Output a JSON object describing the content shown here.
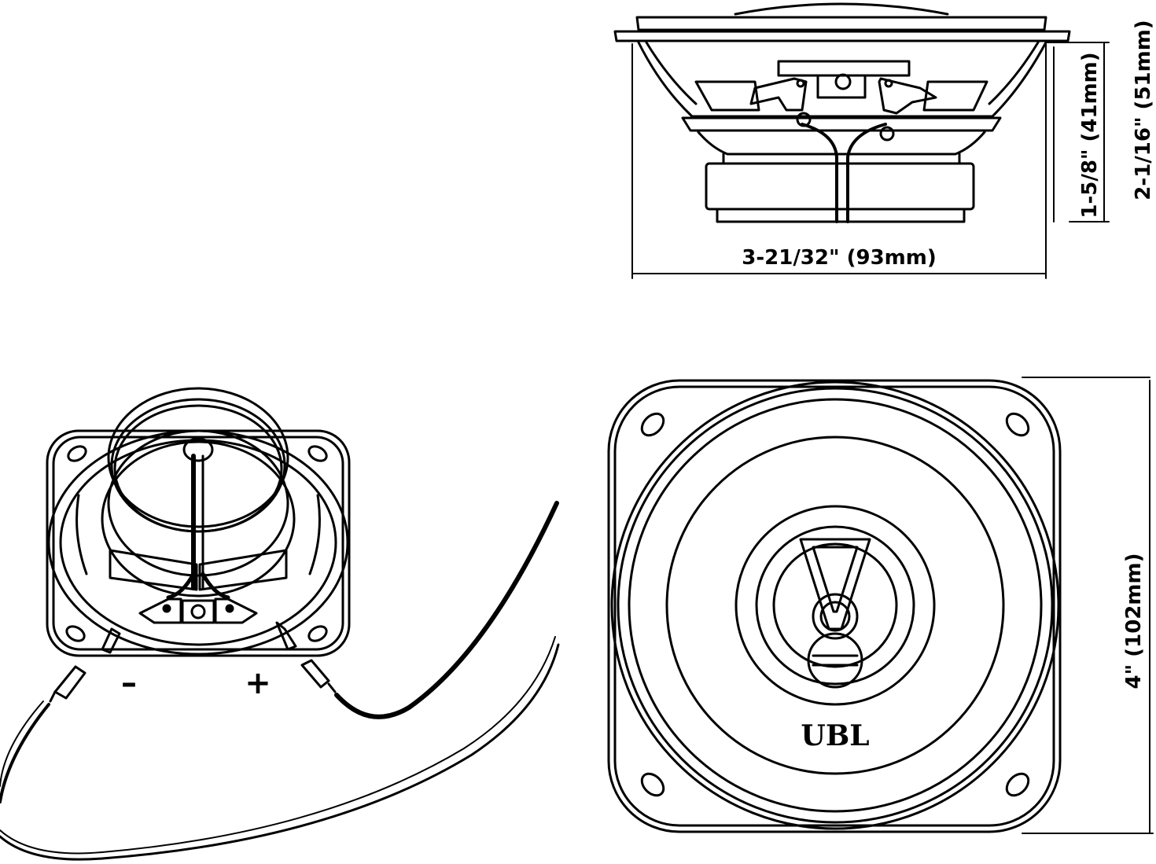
{
  "dimensions": {
    "depth_magnet": "1-5/8\" (41mm)",
    "depth_total": "2-1/16\" (51mm)",
    "width": "3-21/32\" (93mm)",
    "height": "4\" (102mm)"
  },
  "polarity": {
    "negative": "–",
    "positive": "+"
  },
  "brand": "UBL"
}
